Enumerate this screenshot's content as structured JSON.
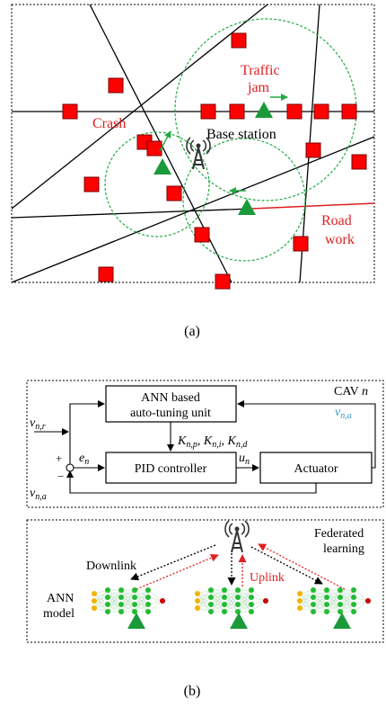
{
  "panel_a": {
    "caption": "(a)",
    "labels": {
      "traffic_jam_line1": "Traffic",
      "traffic_jam_line2": "jam",
      "base_station": "Base station",
      "crash": "Crash",
      "road_work_line1": "Road",
      "road_work_line2": "work"
    }
  },
  "panel_b": {
    "caption": "(b)",
    "cav_box": {
      "cav_label": "CAV ",
      "cav_n": "n",
      "ann_unit_line1": "ANN based",
      "ann_unit_line2": "auto-tuning unit",
      "gains": "K",
      "gains_full": [
        "n,p",
        "n,i",
        "n,d"
      ],
      "pid": "PID controller",
      "actuator": "Actuator",
      "v_nr_main": "v",
      "v_nr_sub": "n,r",
      "v_na_main": "v",
      "v_na_sub": "n,a",
      "e_main": "e",
      "e_sub": "n",
      "u_main": "u",
      "u_sub": "n",
      "plus": "+",
      "minus": "−"
    },
    "fl_box": {
      "federated_line1": "Federated",
      "federated_line2": "learning",
      "downlink": "Downlink",
      "uplink": "Uplink",
      "ann_line1": "ANN",
      "ann_line2": "model"
    }
  },
  "colors": {
    "vehicle_red": "#ff0000",
    "vehicle_stroke": "#7a0000",
    "triangle_green": "#1a9a3a",
    "circle_green": "#22aa44",
    "label_red": "#e02020",
    "v_na_blue": "#3399cc",
    "node_yellow": "#f0b400",
    "node_green": "#22bb33",
    "node_red": "#cc0000"
  }
}
